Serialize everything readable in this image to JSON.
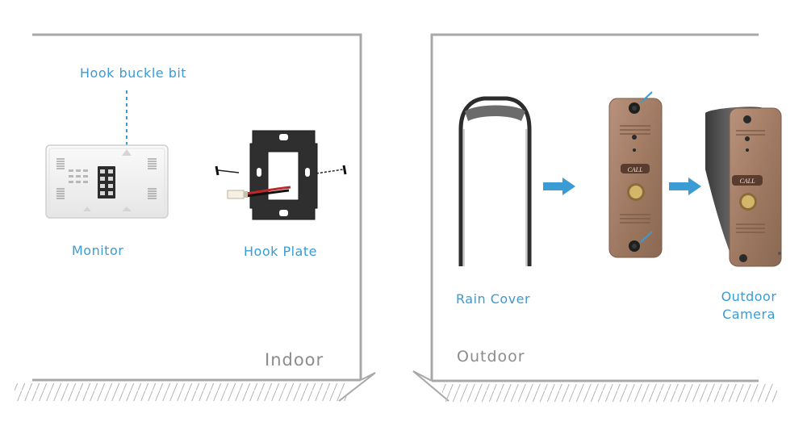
{
  "indoor": {
    "room_label": "Indoor",
    "items": {
      "monitor": "Monitor",
      "hook_plate": "Hook Plate",
      "hook_buckle": "Hook buckle bit"
    }
  },
  "outdoor": {
    "room_label": "Outdoor",
    "items": {
      "rain_cover": "Rain Cover",
      "camera_line1": "Outdoor",
      "camera_line2": "Camera",
      "call_text": "CALL"
    }
  },
  "colors": {
    "accent": "#3a9bd5",
    "wall": "#a8a8a8",
    "room_label": "#8c8c8c",
    "bronze": "#a8826a"
  }
}
